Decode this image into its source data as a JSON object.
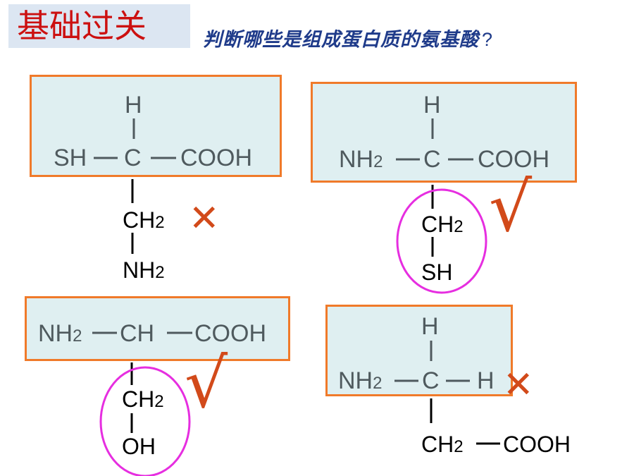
{
  "header": {
    "title": "基础过关",
    "question": "判断哪些是组成蛋白质的氨基酸",
    "question_mark": "?"
  },
  "molecules": [
    {
      "top_atom": "H",
      "left_group": "SH",
      "center_atom": "C",
      "right_group": "COOH",
      "side_chain_1": "CH",
      "side_chain_1_sub": "2",
      "side_chain_2": "NH",
      "side_chain_2_sub": "2",
      "verdict": "✕",
      "is_amino_acid": false
    },
    {
      "top_atom": "H",
      "left_group": "NH",
      "left_group_sub": "2",
      "center_atom": "C",
      "right_group": "COOH",
      "side_chain_1": "CH",
      "side_chain_1_sub": "2",
      "side_chain_2": "SH",
      "verdict": "√",
      "is_amino_acid": true
    },
    {
      "left_group": "NH",
      "left_group_sub": "2",
      "center_atom": "CH",
      "right_group": "COOH",
      "side_chain_1": "CH",
      "side_chain_1_sub": "2",
      "side_chain_2": "OH",
      "verdict": "√",
      "is_amino_acid": true
    },
    {
      "top_atom": "H",
      "left_group": "NH",
      "left_group_sub": "2",
      "center_atom": "C",
      "right_group": "H",
      "side_chain_1": "CH",
      "side_chain_1_sub": "2",
      "side_chain_1_tail": "COOH",
      "verdict": "✕",
      "is_amino_acid": false
    }
  ],
  "colors": {
    "box_border": "#f07a2a",
    "box_fill": "#dfeff1",
    "circle": "#e62ee0",
    "mark": "#d24a1a",
    "title": "#cc1010",
    "question": "#1f3b8a"
  }
}
